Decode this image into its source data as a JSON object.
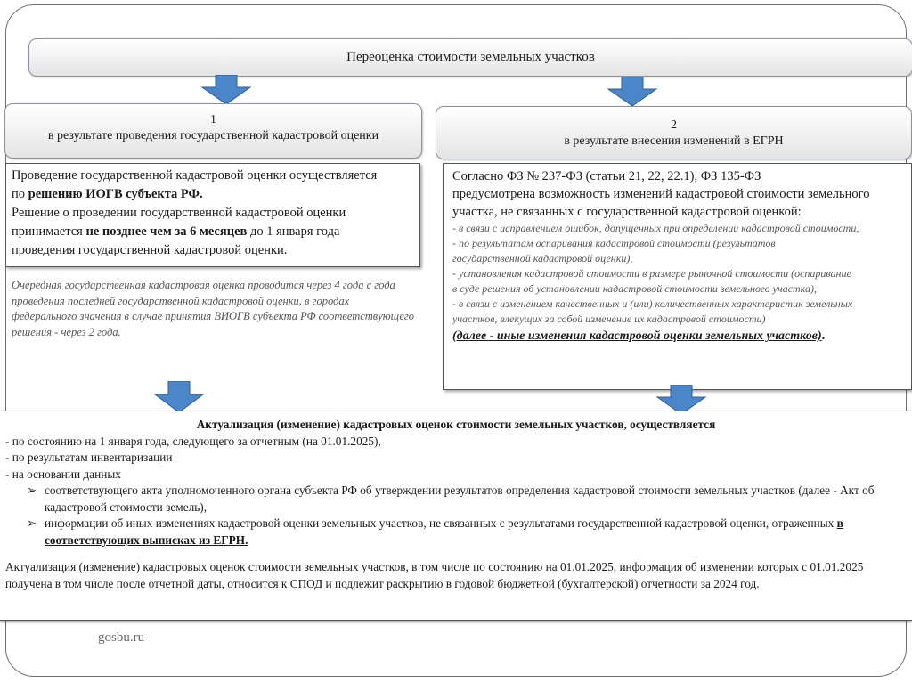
{
  "title": "Переоценка стоимости земельных участков",
  "section1": {
    "number": "1",
    "label": "в результате проведения государственной кадастровой оценки",
    "desc": {
      "l1": "Проведение государственной кадастровой оценки осуществляется",
      "l2a": "по ",
      "l2b": "решению ИОГВ субъекта РФ.",
      "l3": "Решение о проведении государственной кадастровой оценки",
      "l4a": "принимается ",
      "l4b": "не позднее чем за 6 месяцев",
      "l4c": " до 1 января года",
      "l5": "проведения государственной кадастровой оценки."
    },
    "note": "Очередная государственная кадастровая оценка проводится через 4 года с года проведения последней государственной кадастровой оценки, в городах федерального значения в случае принятия ВИОГВ субъекта РФ соответствующего решения - через 2 года."
  },
  "section2": {
    "number": "2",
    "label": "в результате внесения изменений в ЕГРН",
    "desc": {
      "l1": "Согласно ФЗ № 237-ФЗ (статьи 21, 22, 22.1), ФЗ 135-ФЗ",
      "l2": "предусмотрена возможность изменений кадастровой стоимости земельного",
      "l3": "участка, не связанных с государственной кадастровой оценкой:",
      "i1": "- в связи с исправлением ошибок, допущенных при определении кадастровой стоимости,",
      "i2": "- по результатам оспаривания кадастровой стоимости (результатов",
      "i3": "государственной кадастровой оценки),",
      "i4": "- установления кадастровой стоимости в размере рыночной стоимости (оспаривание",
      "i5": "в суде решения об установлении кадастровой стоимости земельного участка),",
      "i6": "- в связи с изменением качественных и (или) количественных характеристик земельных",
      "i7": "участков, влекущих за собой изменение их кадастровой стоимости)",
      "final": "(далее - иные изменения кадастровой оценки земельных участков)",
      "final_dot": "."
    }
  },
  "bottom": {
    "head": "Актуализация (изменение) кадастровых оценок стоимости земельных участков, осуществляется",
    "l1": "- по состоянию на 1 января года, следующего за отчетным (на 01.01.2025),",
    "l2": "- по результатам инвентаризации",
    "l3": "- на основании данных",
    "b1_mark": "➢",
    "b1a": "соответствующего акта уполномоченного органа субъекта РФ об утверждении результатов определения кадастровой стоимости земельных участков (далее - Акт об",
    "b1b": "кадастровой стоимости земель),",
    "b2_mark": "➢",
    "b2a": "информации об иных изменениях кадастровой оценки земельных участков, не связанных с результатами государственной кадастровой оценки, отраженных ",
    "b2u1": "в",
    "b2u2": "соответствующих выписках из ЕГРН.",
    "p1": "Актуализация (изменение) кадастровых оценок стоимости земельных участков, в том числе по состоянию на 01.01.2025, информация об изменении которых с 01.01.2025",
    "p2": "получена в том числе после отчетной даты, относится к СПОД и подлежит раскрытию в годовой бюджетной (бухгалтерской) отчетности за 2024 год."
  },
  "footer": "gosbu.ru",
  "colors": {
    "arrow": "#4a86c8",
    "arrow_stroke": "#2f5f96",
    "frame": "#6f6f6f"
  }
}
